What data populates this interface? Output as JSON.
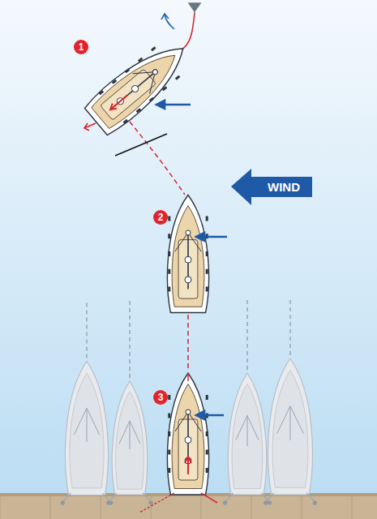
{
  "diagram": {
    "labels": [
      "1",
      "2",
      "3",
      "WIND"
    ]
  }
}
